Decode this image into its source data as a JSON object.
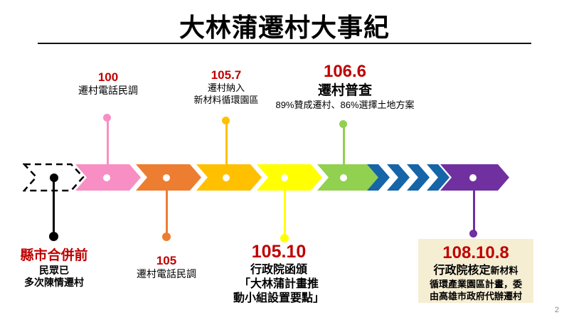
{
  "slide": {
    "title": "大林蒲遷村大事紀",
    "page_number": "2"
  },
  "events": {
    "top": [
      {
        "date": "100",
        "line1": "遷村電話民調"
      },
      {
        "date": "105.7",
        "line1": "遷村納入",
        "line2": "新材料循環園區"
      },
      {
        "date": "106.6",
        "heading": "遷村普查",
        "detail": "89%贊成遷村、86%選擇土地方案"
      }
    ],
    "bottom": [
      {
        "date": "縣市合併前",
        "line1": "民眾已",
        "line2": "多次陳情遷村"
      },
      {
        "date": "105",
        "line1": "遷村電話民調"
      },
      {
        "date": "105.10",
        "line1": "行政院函頒",
        "line2": "「大林蒲計畫推",
        "line3": "動小組設置要點」"
      },
      {
        "date": "108.10.8",
        "lead": "行政院核定",
        "lead_suffix": "新材料",
        "line2": "循環產業園區計畫，委",
        "line3": "由高雄市政府代辦遷村"
      }
    ]
  },
  "colors": {
    "date_red": "#C00000",
    "pink": "#F78FC4",
    "orange": "#ED7D31",
    "gold": "#FFC000",
    "yellow": "#FFFF00",
    "green": "#92D050",
    "blue": "#1565A8",
    "purple": "#7030A0",
    "box_beige": "#F6EED3"
  }
}
